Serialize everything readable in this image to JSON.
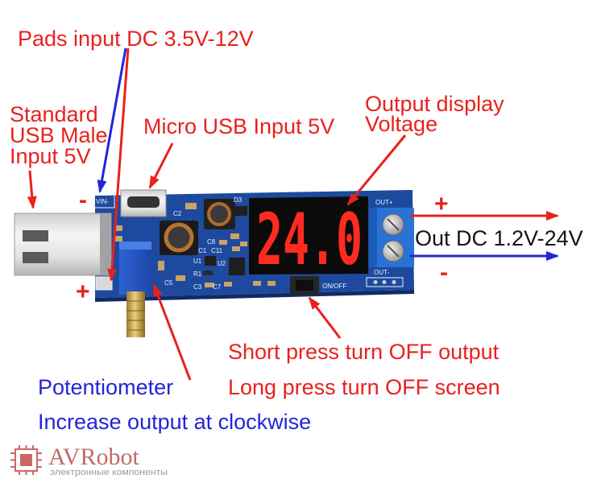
{
  "annotations": {
    "pads_input": "Pads input DC 3.5V-12V",
    "usb_male": [
      "Standard",
      "USB Male",
      "Input 5V"
    ],
    "micro_usb": "Micro USB Input 5V",
    "output_display": [
      "Output display",
      "Voltage"
    ],
    "out_plus_sign": "+",
    "out_minus_sign": "-",
    "out_dc": "Out DC 1.2V-24V",
    "vin_minus_sign": "-",
    "vin_plus_sign": "+",
    "short_press": "Short press turn OFF output",
    "long_press": "Long press turn OFF screen",
    "potentiometer": "Potentiometer",
    "increase_output": "Increase output at clockwise"
  },
  "display": {
    "reading": "24.0"
  },
  "silkscreen": {
    "out_plus": "OUT+",
    "out_minus": "OUT-",
    "on_off": "ON/OFF",
    "vin_minus": "VIN-",
    "d3": "D3",
    "c2": "C2",
    "c8": "C8",
    "c1": "C1",
    "c11": "C11",
    "u1": "U1",
    "u2": "U2",
    "r1": "R1",
    "c5": "C5",
    "c3": "C3",
    "c7": "C7"
  },
  "logo": {
    "name": "AVRobot",
    "tagline": "электронные компоненты"
  },
  "colors": {
    "annotation_red": "#e8211d",
    "annotation_blue": "#2424d8",
    "pcb_blue": "#1d4a9e",
    "display_red": "#ff2b20",
    "terminal_blue": "#2a72d6"
  }
}
